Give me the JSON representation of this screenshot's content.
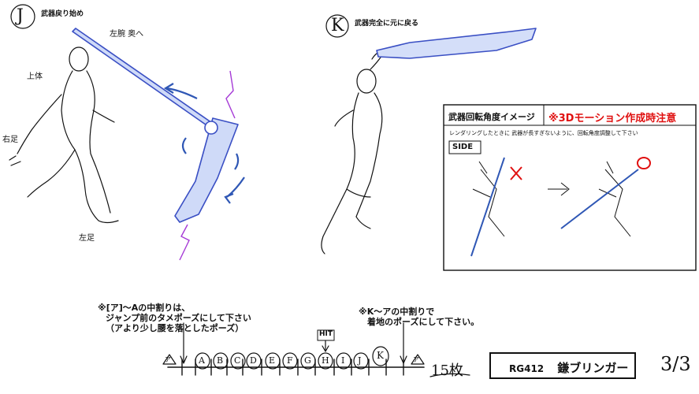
{
  "panel_j": {
    "id": "J",
    "title": "武器戻り始め",
    "note_arm": "左腕 奥へ",
    "note_upper": "上体",
    "note_hand": "右足",
    "note_foot": "左足"
  },
  "panel_k": {
    "id": "K",
    "title": "武器完全に元に戻る"
  },
  "rotation_box": {
    "title": "武器回転角度イメージ",
    "warning": "※3Dモーション作成時注意",
    "description": "レンダリングしたときに 武器が長すぎないように、回転角度調整して下さい",
    "side_label": "SIDE",
    "wrong_mark": "X",
    "right_mark": "O"
  },
  "timeline": {
    "note_left_1": "※[ア]～Aの中割りは、",
    "note_left_2": "ジャンプ前のタメポーズにして下さい",
    "note_left_3": "（アより少し腰を落としたポーズ）",
    "note_right_1": "※K～アの中割りで",
    "note_right_2": "着地のポーズにして下さい。",
    "hit_label": "HIT",
    "start_key": "ア",
    "end_key": "ア",
    "keys": [
      "A",
      "B",
      "C",
      "D",
      "E",
      "F",
      "G",
      "H",
      "I",
      "J",
      "K"
    ],
    "frame_count": "15枚"
  },
  "footer": {
    "code": "RG412",
    "name": "鎌ブリンガー",
    "page": "3/3"
  }
}
